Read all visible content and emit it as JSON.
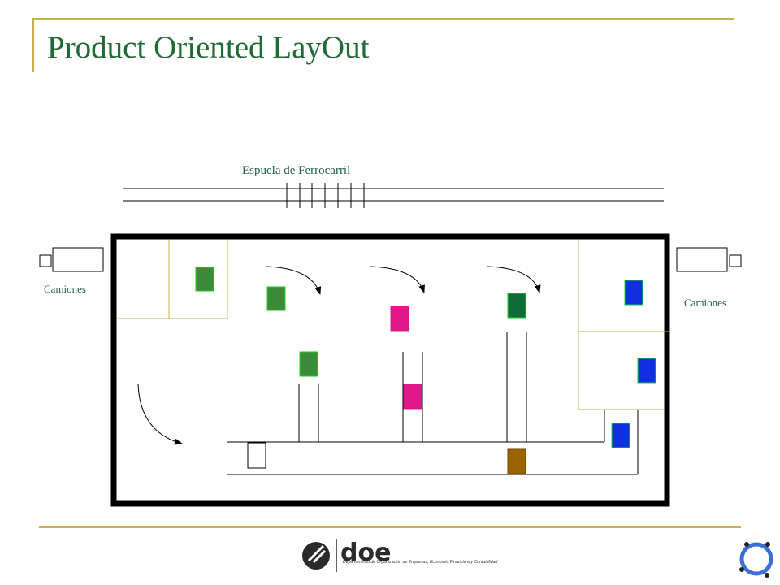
{
  "slide": {
    "title": "Product Oriented LayOut"
  },
  "diagram": {
    "rail_label": "Espuela de Ferrocarril",
    "trucks_left_label": "Camiones",
    "trucks_right_label": "Camiones"
  },
  "footer": {
    "logo_text": "doe",
    "department": "Departamento de Organización de Empresas, Economía Financiera y Contabilidad"
  },
  "colors": {
    "title": "#1f6b35",
    "accent_rule": "#c9b04a",
    "green_block": "#3f8a3a",
    "dark_green_block": "#0f6b3a",
    "magenta_block": "#e0188a",
    "blue_block": "#1030e0",
    "brown_block": "#9a6400",
    "wall": "#000000"
  }
}
